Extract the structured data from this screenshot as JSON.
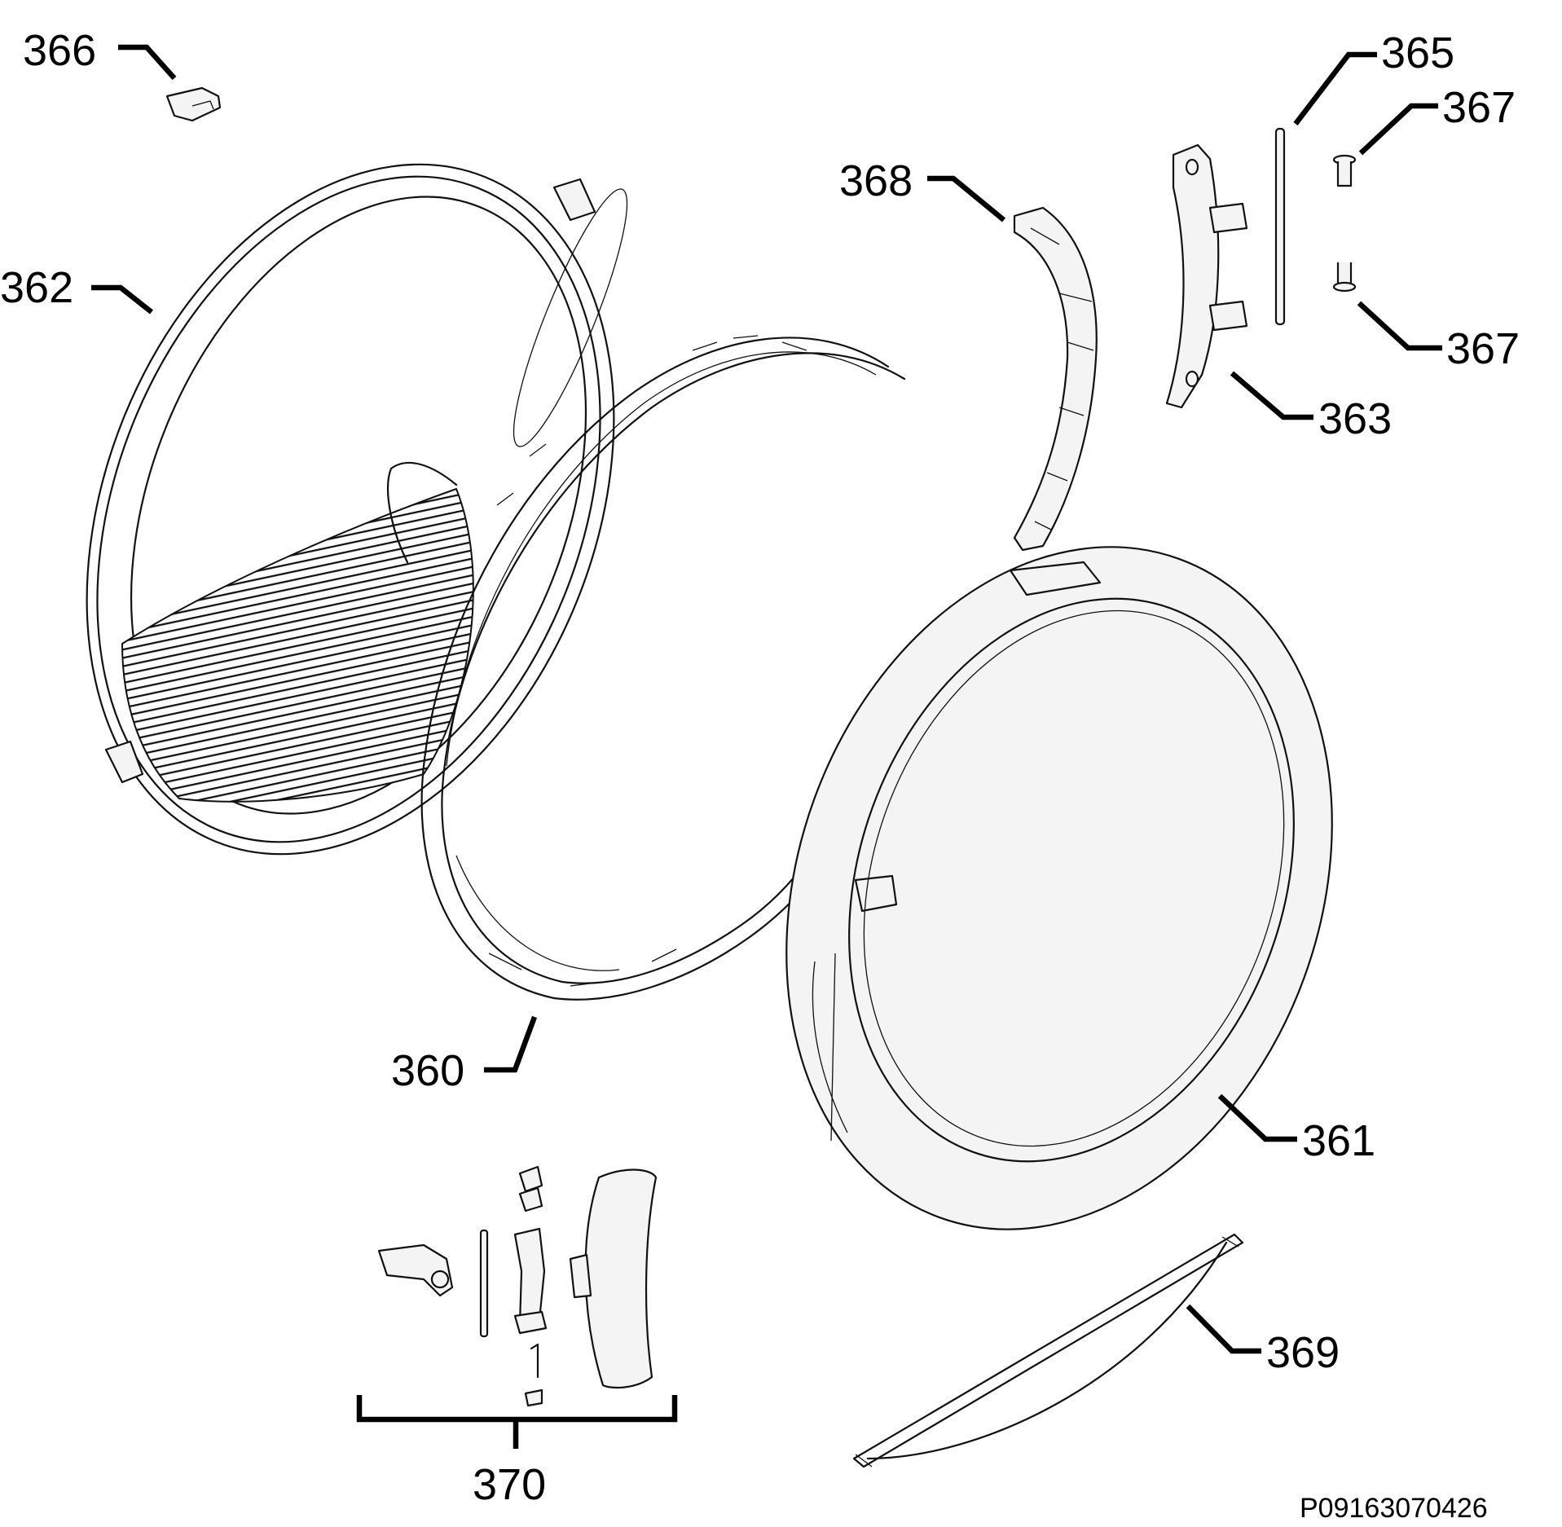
{
  "callouts": {
    "c360": "360",
    "c361": "361",
    "c362": "362",
    "c363": "363",
    "c365": "365",
    "c366": "366",
    "c367a": "367",
    "c367b": "367",
    "c368": "368",
    "c369": "369",
    "c370": "370"
  },
  "drawing_code": "P09163070426"
}
